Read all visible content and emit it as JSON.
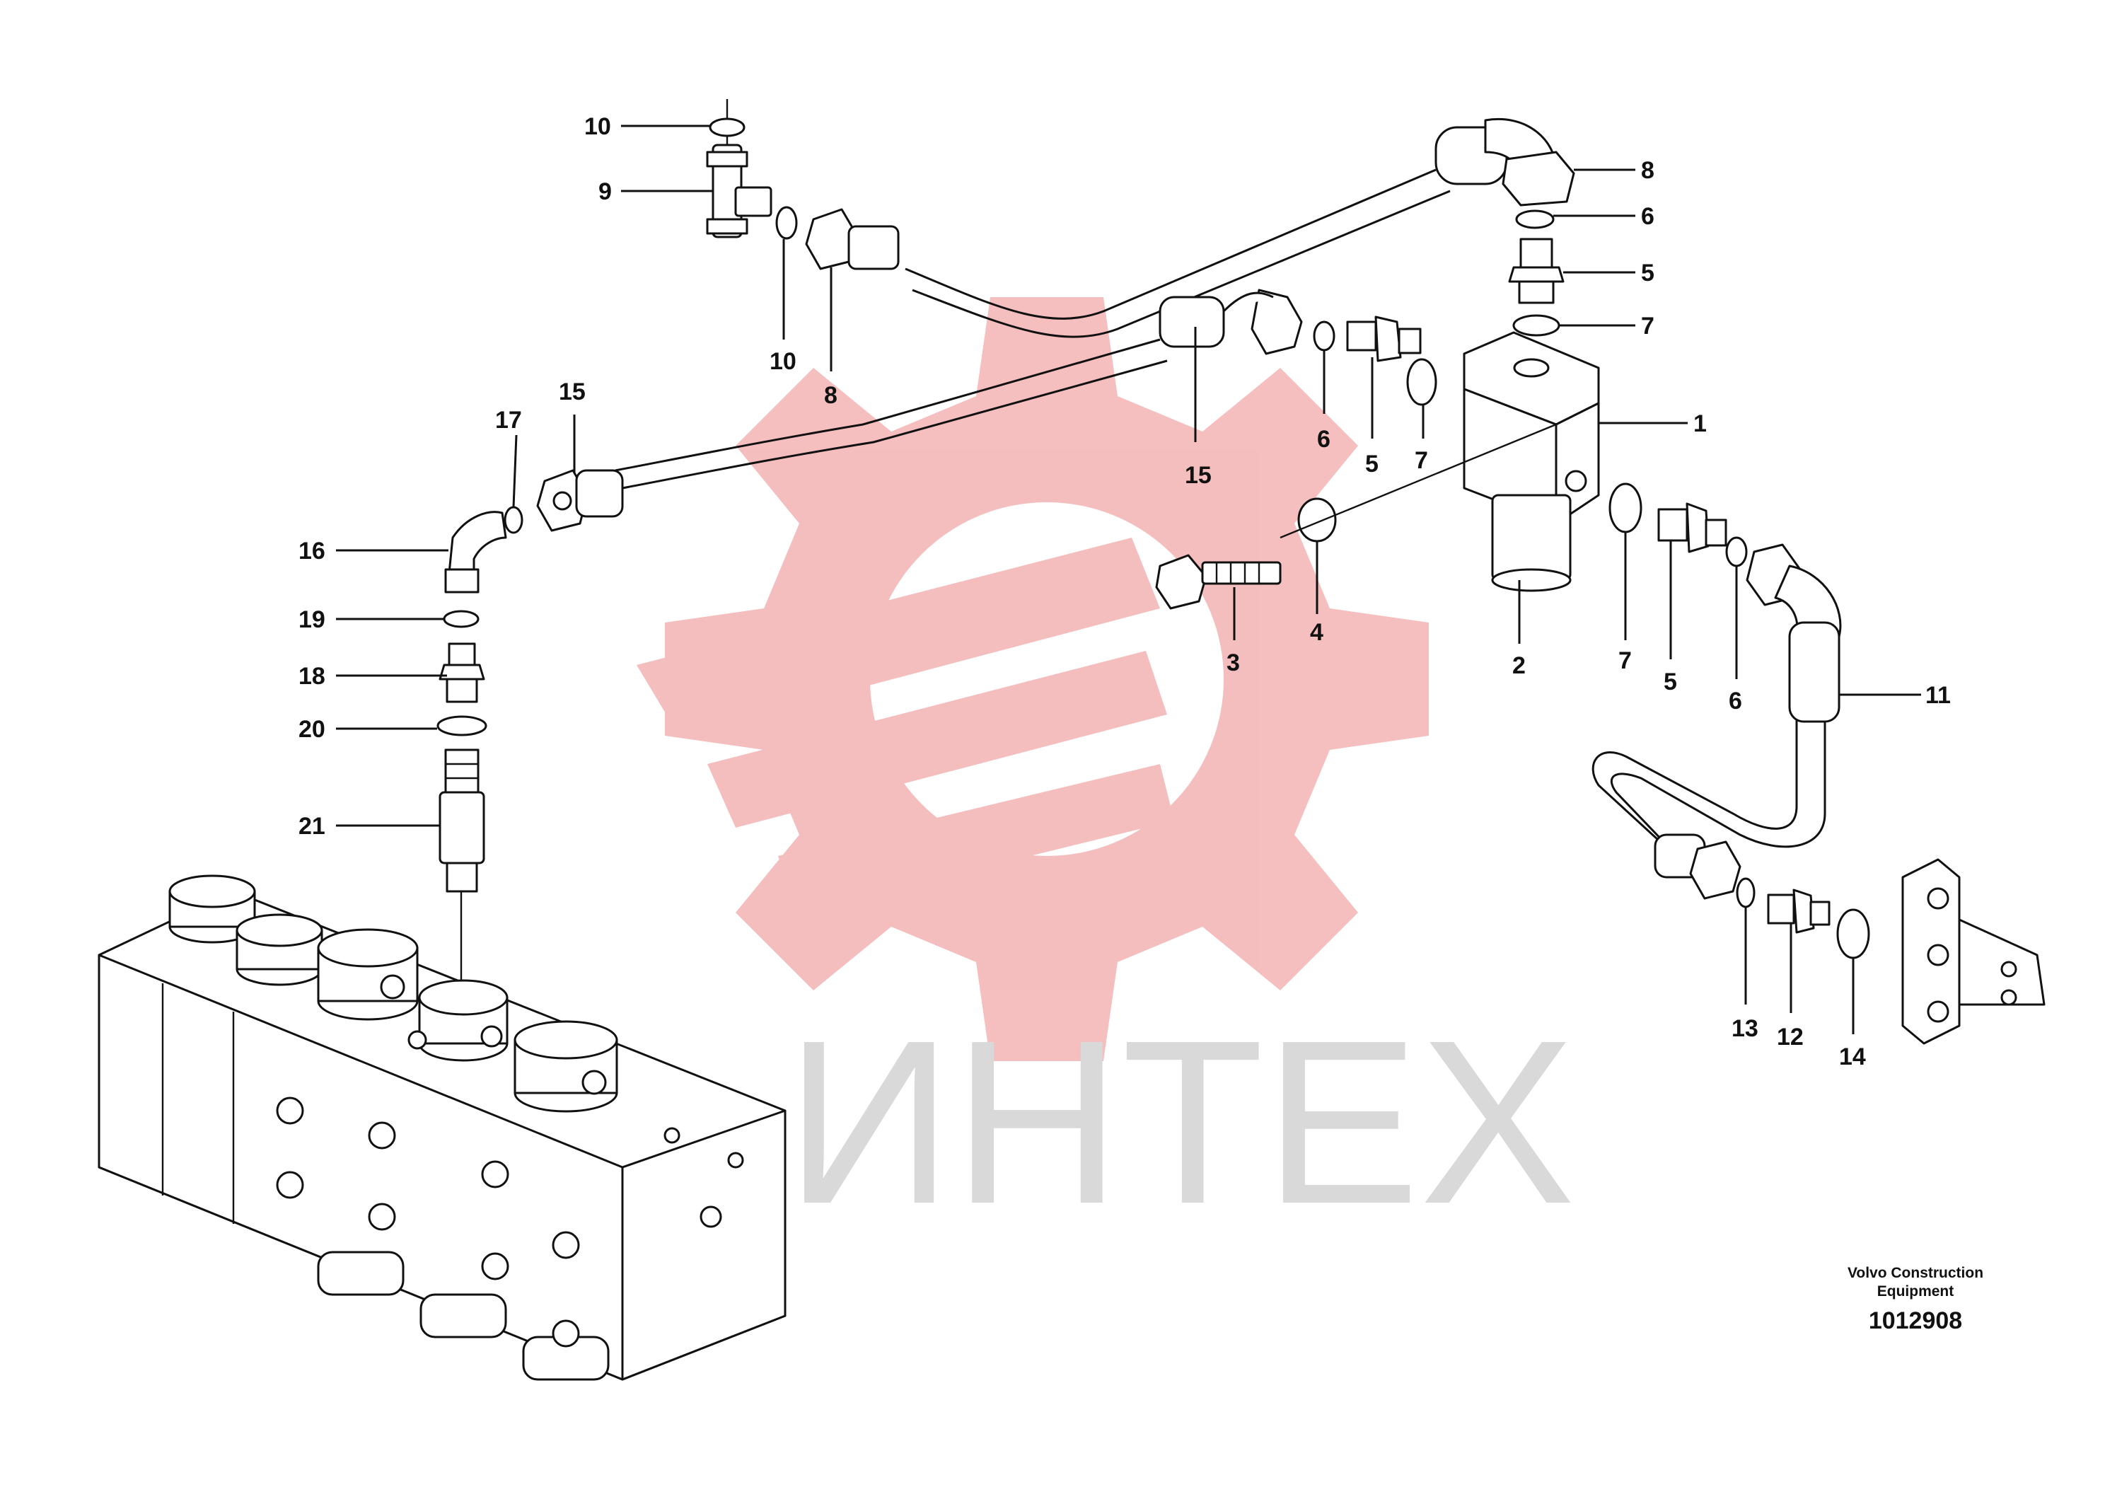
{
  "watermark": {
    "text": "ИНТЕХ",
    "gear_color": "#f4b8b8",
    "text_color": "#d9d9d9"
  },
  "credit": {
    "line1": "Volvo Construction",
    "line2": "Equipment",
    "drawing_number": "1012908"
  },
  "callouts": {
    "c10a": "10",
    "c9": "9",
    "c10b": "10",
    "c8a": "8",
    "c8b": "8",
    "c6a": "6",
    "c5a": "5",
    "c7a": "7",
    "c1": "1",
    "c15a": "15",
    "c15b": "15",
    "c17": "17",
    "c6b": "6",
    "c5b": "5",
    "c7b": "7",
    "c16": "16",
    "c19": "19",
    "c18": "18",
    "c20": "20",
    "c21": "21",
    "c3": "3",
    "c4": "4",
    "c2": "2",
    "c7c": "7",
    "c5c": "5",
    "c6c": "6",
    "c11": "11",
    "c13": "13",
    "c12": "12",
    "c14": "14"
  }
}
